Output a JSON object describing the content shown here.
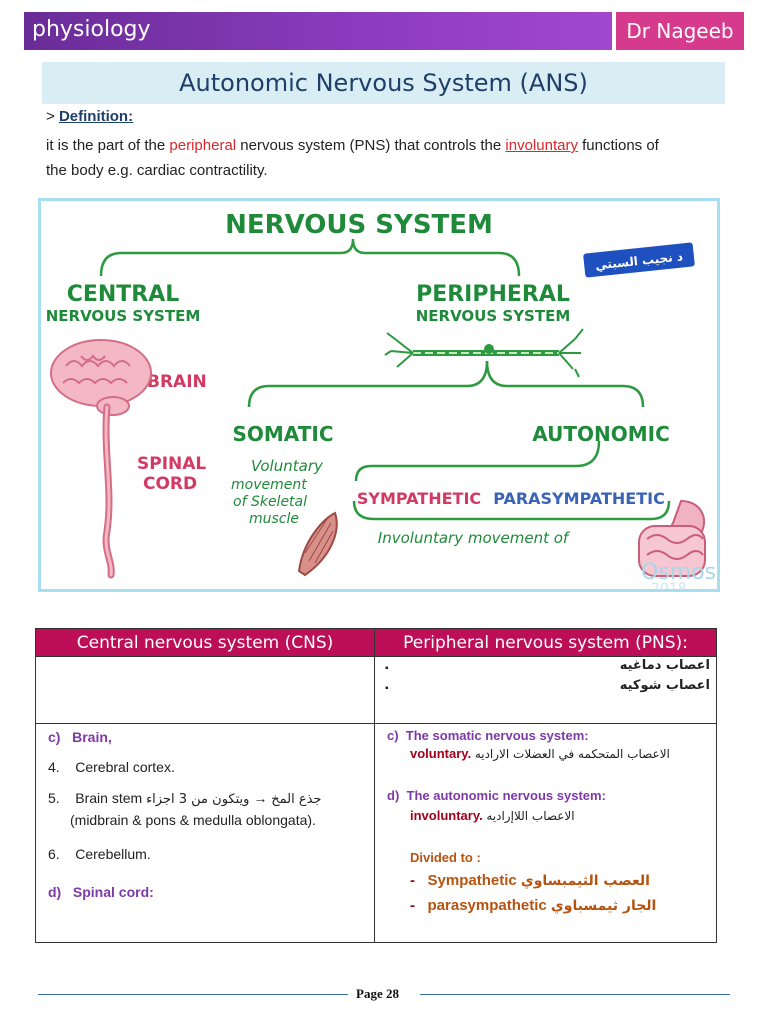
{
  "header": {
    "subject": "physiology",
    "author": "Dr Nageeb"
  },
  "title": "Autonomic Nervous System (ANS)",
  "definition": {
    "prefix": "> ",
    "label": "Definition:",
    "t1": "it is the part of the ",
    "w1": "peripheral",
    "t2": " nervous system (PNS) that controls the ",
    "w2": "involuntary",
    "t3": " functions of",
    "t4": "the body e.g. cardiac contractility."
  },
  "diagram": {
    "top": "NERVOUS SYSTEM",
    "central1": "CENTRAL",
    "central2": "NERVOUS SYSTEM",
    "peripheral1": "PERIPHERAL",
    "peripheral2": "NERVOUS SYSTEM",
    "brain": "BRAIN",
    "spinal1": "SPINAL",
    "spinal2": "CORD",
    "somatic": "SOMATIC",
    "vol1": "Voluntary",
    "vol2": "movement",
    "vol3": "of Skeletal",
    "vol4": "muscle",
    "autonomic": "AUTONOMIC",
    "sympathetic": "SYMPATHETIC",
    "parasympathetic": "PARASYMPATHETIC",
    "involuntary": "Involuntary movement of",
    "badge": "د نجيب السبتي",
    "watermark": "Osmosis",
    "watermark2": "2018"
  },
  "table": {
    "h1": "Central nervous system (CNS)",
    "h2": "Peripheral nervous system (PNS):",
    "pns_bullets": [
      "اعصاب دماغيه",
      "اعصاب شوكيه"
    ],
    "bullet": "▪",
    "cns": {
      "brain_marker": "c)",
      "brain": "Brain,",
      "i4n": "4.",
      "i4": "Cerebral cortex.",
      "i5n": "5.",
      "i5a": "Brain stem",
      "i5ar": "جذع المخ",
      "arrow": "→",
      "i5ar2": "ويتكون من 3 اجزاء",
      "i5b": "(midbrain & pons & medulla oblongata).",
      "i6n": "6.",
      "i6": "Cerebellum.",
      "spinal_marker": "d)",
      "spinal": "Spinal cord:"
    },
    "pns": {
      "c_marker": "c)",
      "c_title": "The somatic nervous system:",
      "c_word": "voluntary",
      "c_ar": "الاعصاب المتحكمه في العضلات الاراديه",
      "d_marker": "d)",
      "d_title": "The autonomic nervous system:",
      "d_word": "involuntary",
      "d_ar": "الاعصاب اللاإراديه",
      "divided": "Divided to :",
      "dash": "-",
      "s1": "Sympathetic",
      "s1ar": "العصب الثيمبساوي",
      "s2": "parasympathetic",
      "s2ar": "الجار ثيمسباوي"
    }
  },
  "footer": {
    "page": "Page 28"
  }
}
